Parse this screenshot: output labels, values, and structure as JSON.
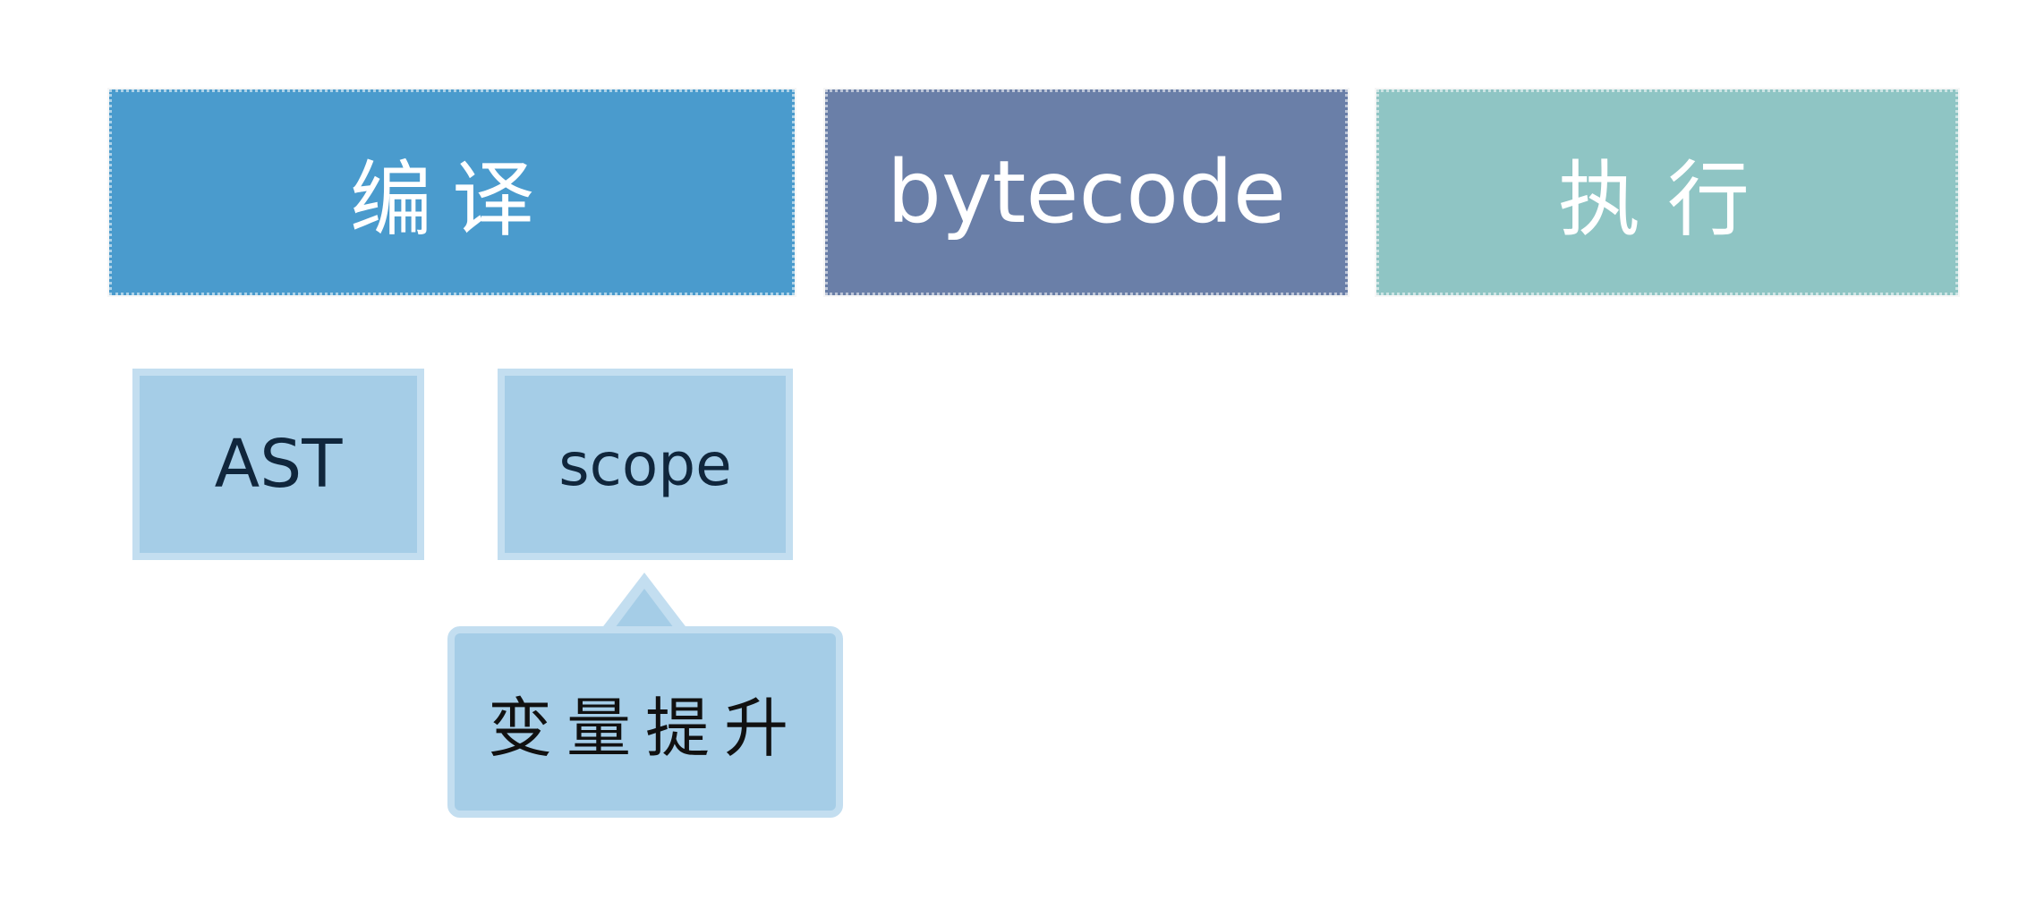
{
  "stages": {
    "compile": {
      "label": "编译",
      "color": "#4a9bcd"
    },
    "bytecode": {
      "label": "bytecode",
      "color": "#6a7fa8"
    },
    "execute": {
      "label": "执行",
      "color": "#8fc5c4"
    }
  },
  "compile_outputs": {
    "ast": {
      "label": "AST",
      "color": "#a5cde7"
    },
    "scope": {
      "label": "scope",
      "color": "#a5cde7"
    }
  },
  "callout": {
    "label": "变量提升",
    "color": "#a5cde7"
  }
}
